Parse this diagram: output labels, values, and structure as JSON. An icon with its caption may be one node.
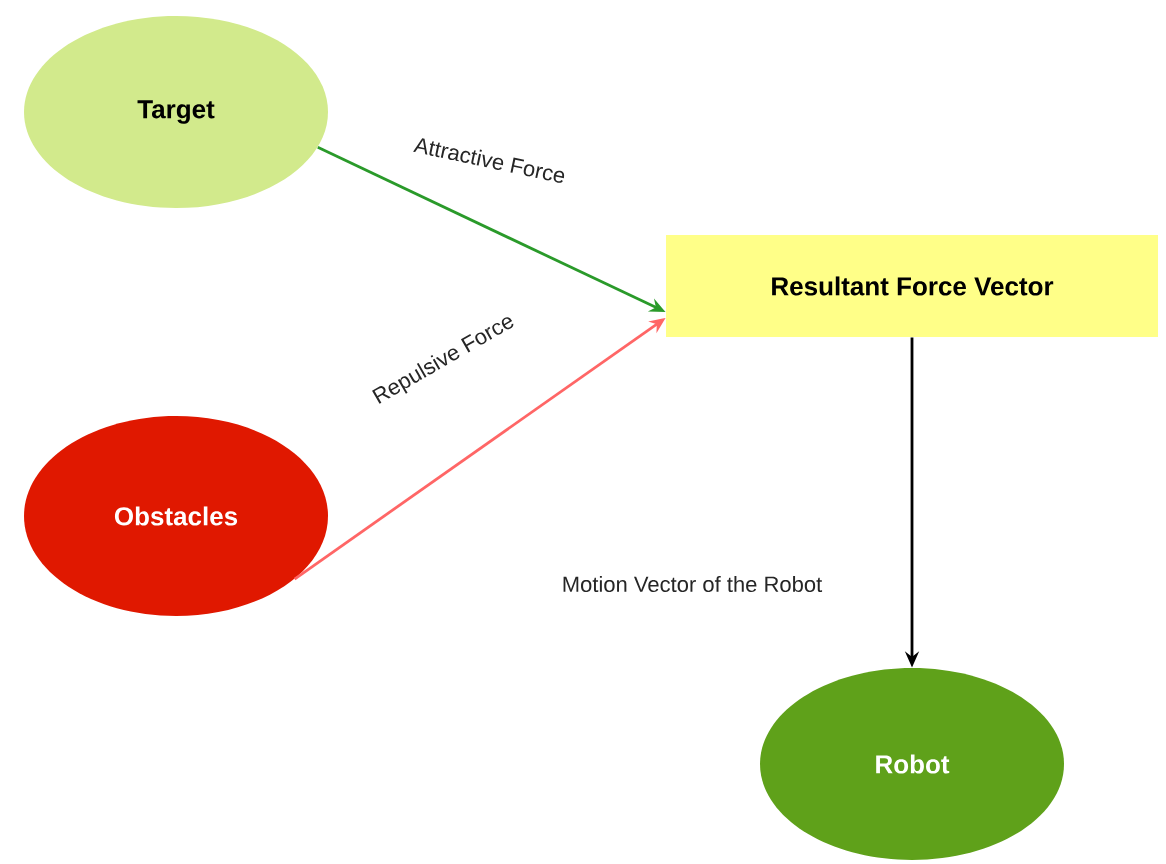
{
  "diagram": {
    "nodes": [
      {
        "text": [
          "Target"
        ]
      },
      {
        "text": [
          "Resultant Force Vector"
        ]
      },
      {
        "text": [
          "Obstacles"
        ]
      },
      {
        "text": [
          "Robot"
        ]
      }
    ],
    "edges": [
      {
        "from": 0,
        "to": 1,
        "arrow": "to",
        "label": "Attractive Force",
        "color": "#2a9a2a"
      },
      {
        "from": 2,
        "to": 1,
        "arrow": "to",
        "label": "Repulsive Force",
        "color": "#ff6666"
      },
      {
        "from": 1,
        "to": 3,
        "arrow": "to",
        "label": "Motion Vector of the Robot",
        "color": "#000000"
      }
    ]
  }
}
